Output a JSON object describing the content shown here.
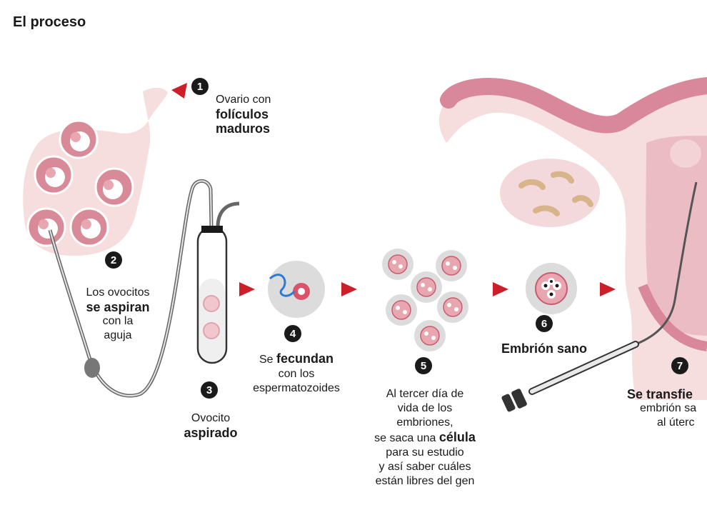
{
  "title": "El proceso",
  "steps": [
    {
      "num": "1",
      "lines": [
        {
          "text": "Ovario con",
          "bold": false
        },
        {
          "text": "folículos",
          "bold": true
        },
        {
          "text": "maduros",
          "bold": true
        }
      ]
    },
    {
      "num": "2",
      "l1": "Los ovocitos",
      "l2b": "se aspiran",
      "l3": "con la",
      "l4": "aguja"
    },
    {
      "num": "3",
      "l1": "Ovocito",
      "l2b": "aspirado"
    },
    {
      "num": "4",
      "l1a": "Se ",
      "l1b": "fecundan",
      "l2": "con los",
      "l3": "espermatozoides"
    },
    {
      "num": "5",
      "l1": "Al tercer día de",
      "l2": "vida de los",
      "l3": "embriones,",
      "l4a": "se saca una ",
      "l4b": "célula",
      "l5": "para su estudio",
      "l6": "y así saber cuáles",
      "l7": "están libres del gen"
    },
    {
      "num": "6",
      "l1b": "Embrión sano"
    },
    {
      "num": "7",
      "l1b": "Se transfie",
      "l2": "embrión sa",
      "l3": "al úterc"
    }
  ],
  "colors": {
    "pink": "#e8a7b0",
    "pinkDark": "#c95c70",
    "pinkLight": "#f3d3d6",
    "arrow": "#cc1f2a",
    "grayCircle": "#dcdcdc",
    "text": "#1a1a1a"
  }
}
